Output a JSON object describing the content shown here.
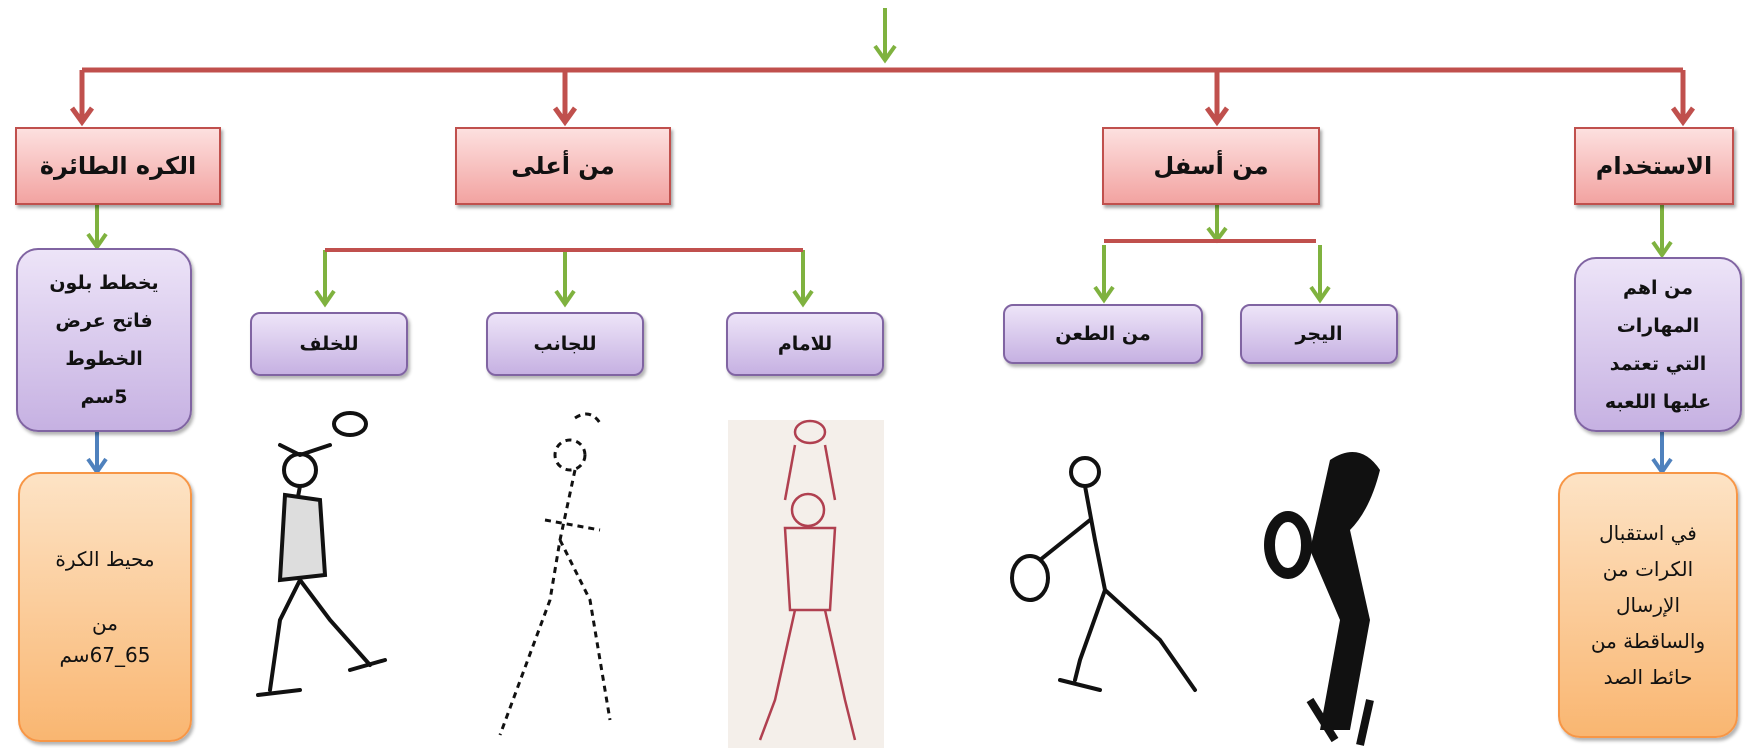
{
  "nodes": {
    "usage": "الاستخدام",
    "from_below": "من أسفل",
    "from_above": "من أعلى",
    "volleyball": "الكره الطائرة",
    "usage_desc": "من اهم\nالمهارات\nالتي تعتمد\nعليها اللعبه",
    "usage_detail": "في استقبال\nالكرات من\nالإرسال\nوالساقطة من\nحائط الصد",
    "below_sides": "اليجر",
    "below_dig": "من الطعن",
    "above_front": "للامام",
    "above_side": "للجانب",
    "above_back": "للخلف",
    "ball_lines": "يخطط بلون\nفاتح عرض\nالخطوط\n5سم",
    "ball_circ": "محيط الكرة\n\nمن\n65_67سم"
  },
  "colors": {
    "red_line": "#c0504d",
    "green_arrow": "#7fb23f",
    "blue_arrow": "#4f81bd"
  }
}
